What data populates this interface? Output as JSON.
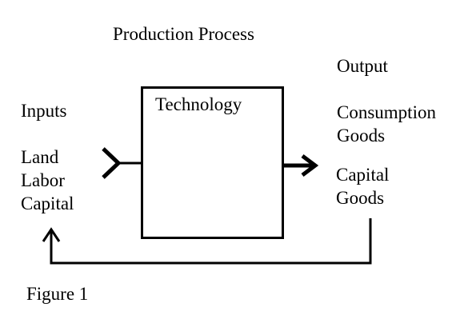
{
  "title": "Production Process",
  "inputs": {
    "heading": "Inputs",
    "items": [
      "Land",
      "Labor",
      "Capital"
    ]
  },
  "process": {
    "label": "Technology"
  },
  "output": {
    "heading": "Output",
    "consumption": [
      "Consumption",
      "Goods"
    ],
    "capital": [
      "Capital",
      "Goods"
    ]
  },
  "caption": "Figure 1",
  "colors": {
    "ink": "#000000",
    "background": "#ffffff"
  }
}
